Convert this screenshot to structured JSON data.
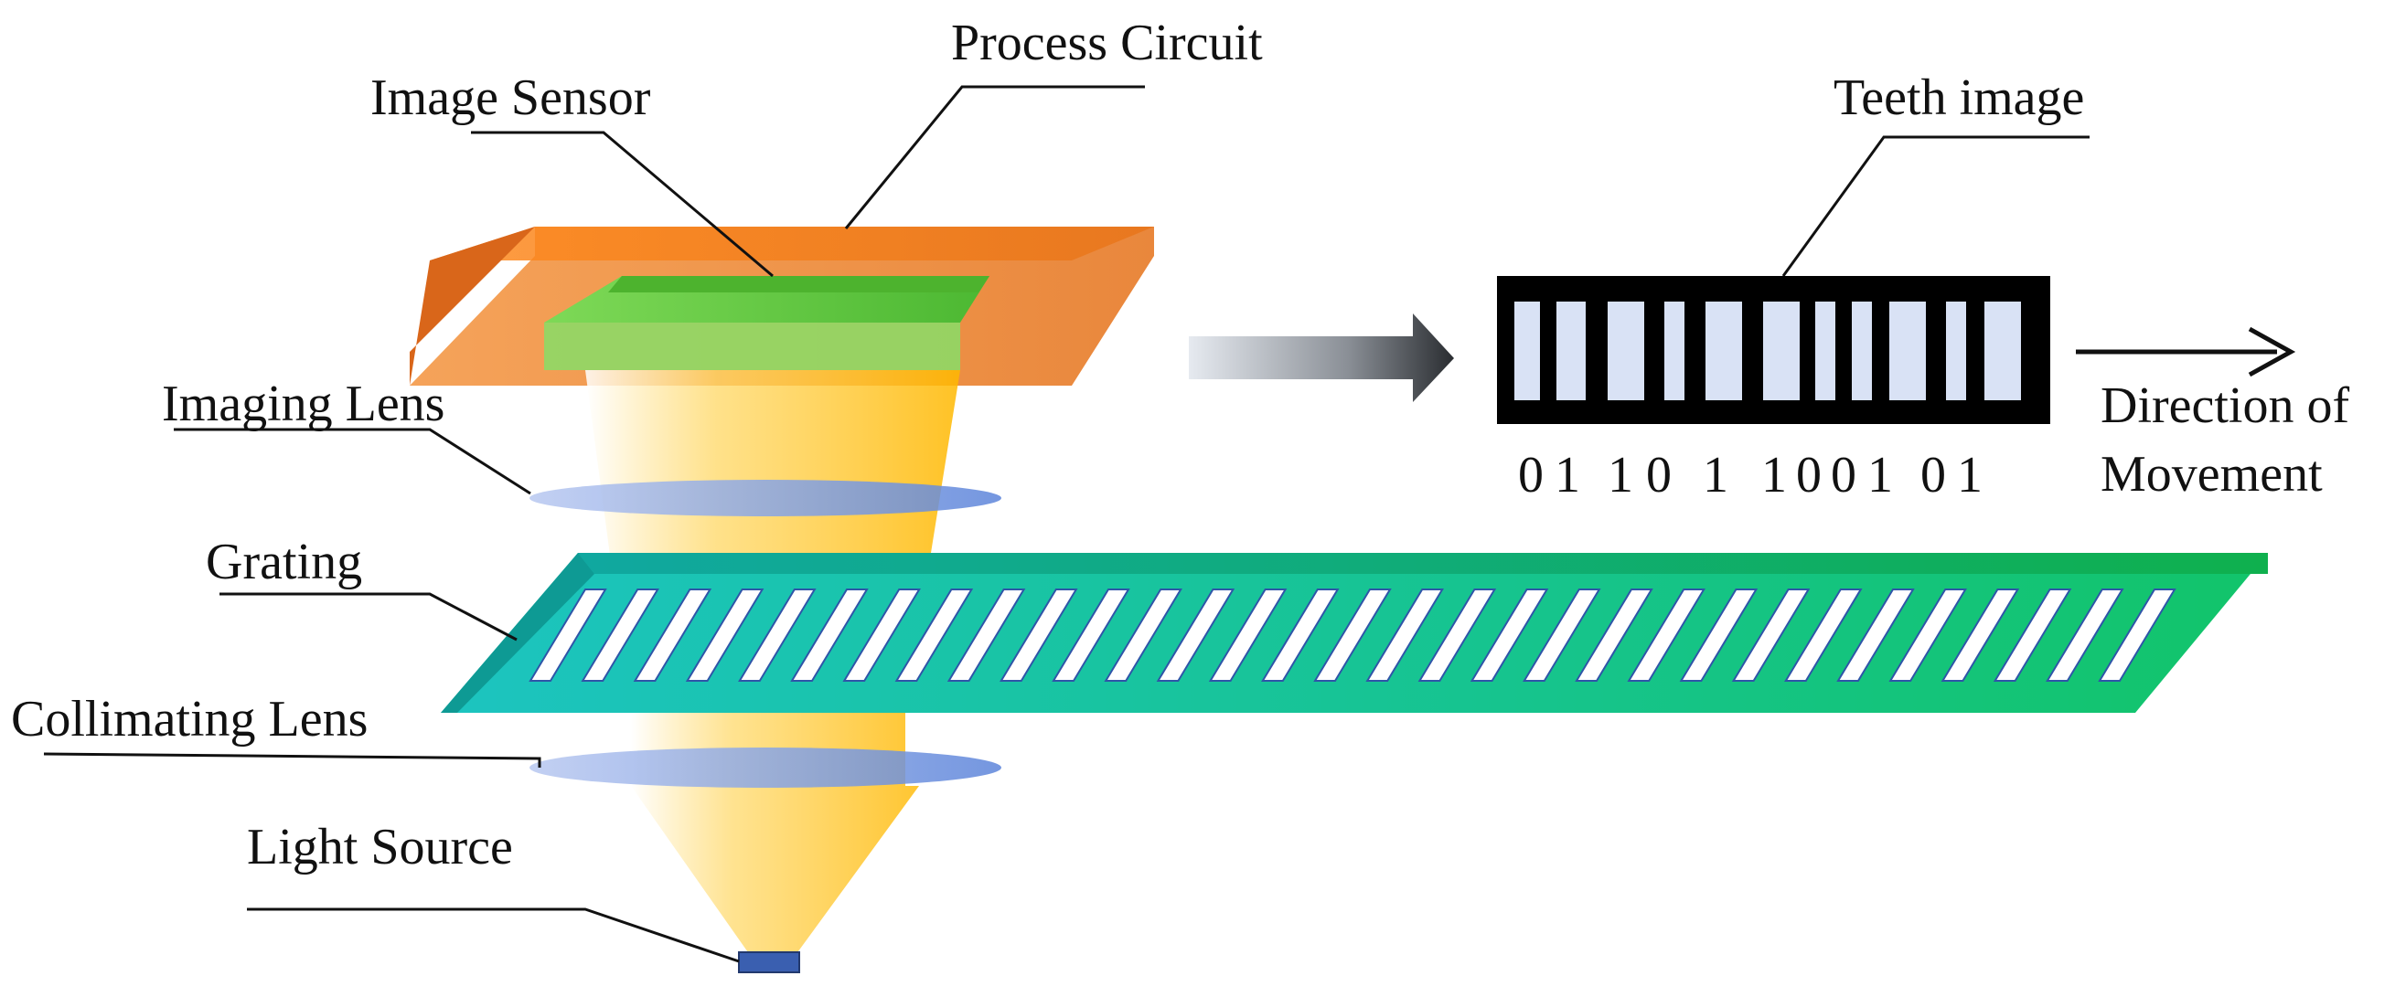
{
  "labels": {
    "process_circuit": "Process Circuit",
    "image_sensor": "Image Sensor",
    "imaging_lens": "Imaging Lens",
    "grating": "Grating",
    "collimating_lens": "Collimating Lens",
    "light_source": "Light Source",
    "teeth_image": "Teeth image",
    "direction_line1": "Direction of",
    "direction_line2": "Movement"
  },
  "binary_code": [
    "0",
    "1",
    "1",
    "0",
    "1",
    "1",
    "0",
    "0",
    "1",
    "0",
    "1"
  ],
  "colors": {
    "process_circuit": "#F08A3C",
    "image_sensor": "#6CC94C",
    "lens": "#7A9BE0",
    "grating": "#18C7A8",
    "light_beam": "#FFC21A",
    "light_source": "#3A5FB0",
    "teeth_frame": "#000000",
    "teeth_bar": "#D9E2F5"
  }
}
